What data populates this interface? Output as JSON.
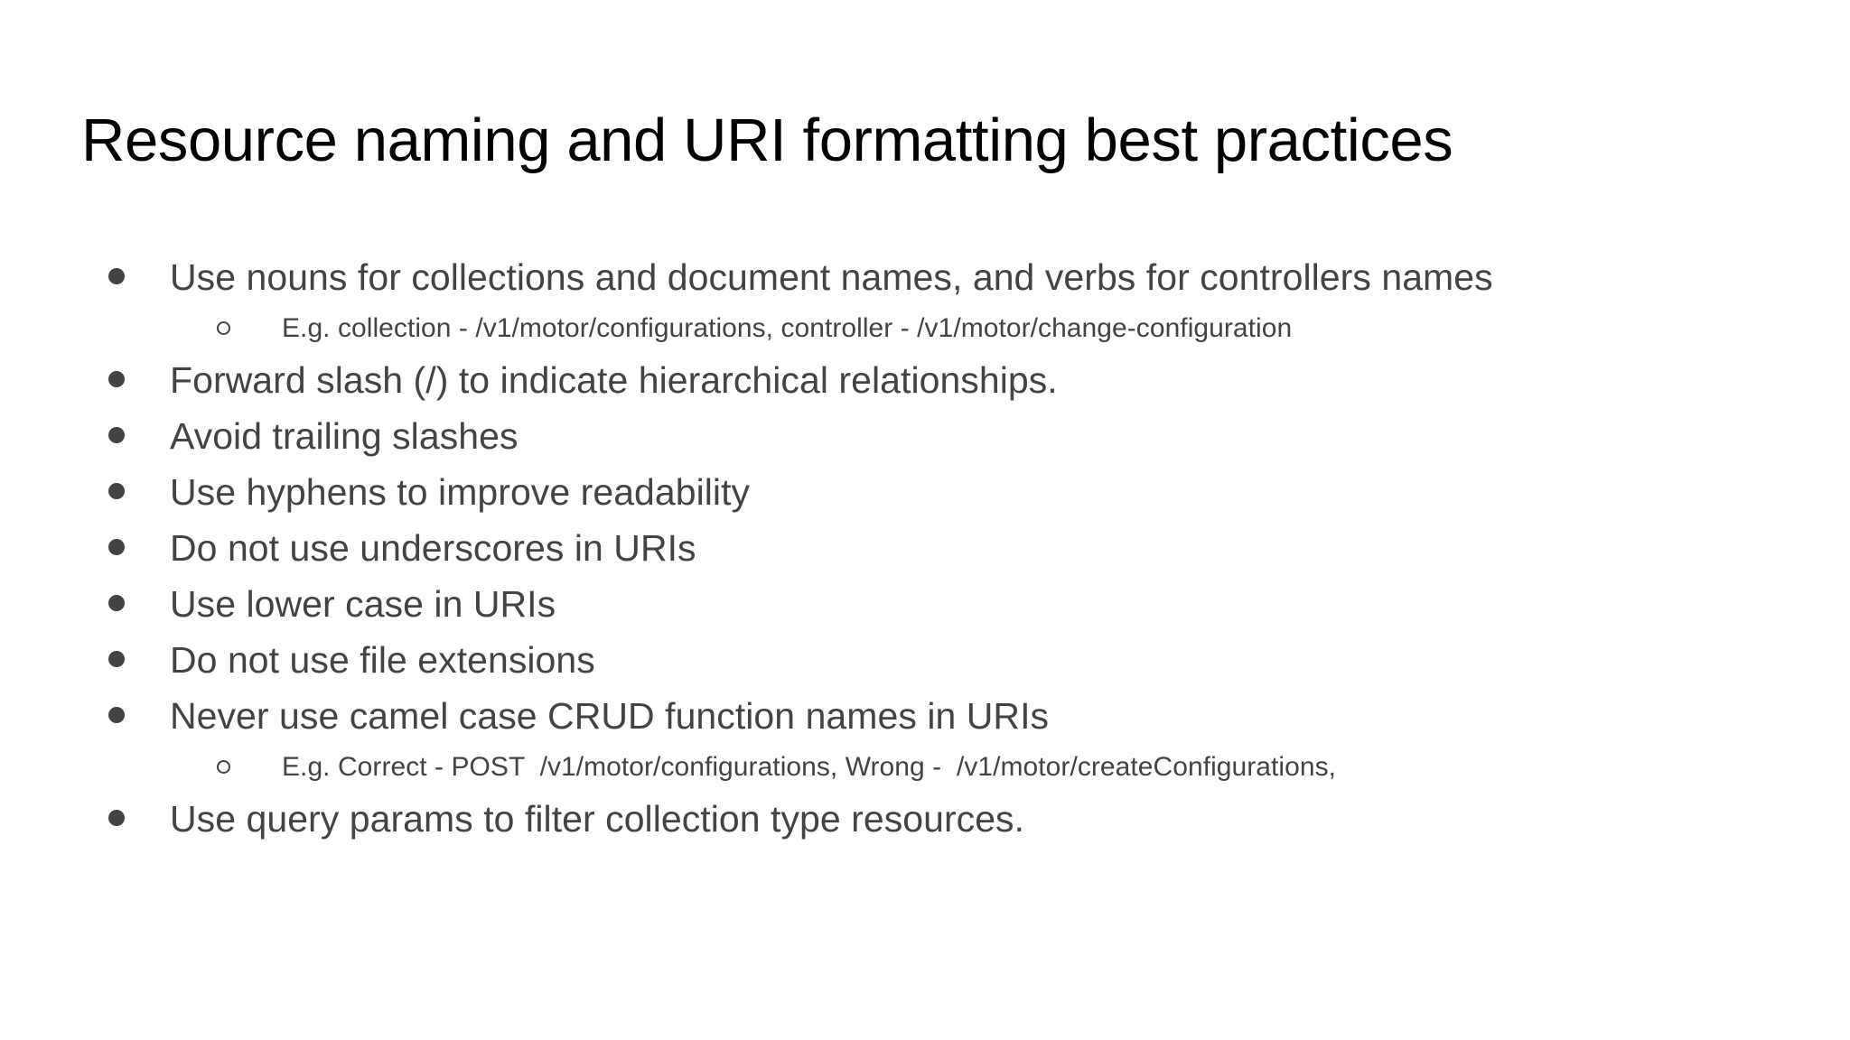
{
  "slide": {
    "background_color": "#ffffff",
    "title": "Resource naming and URI formatting best practices",
    "title_color": "#000000",
    "body_color": "#434343",
    "bullets": [
      {
        "level": 1,
        "marker": "filled-circle",
        "text": "Use nouns for collections and document names, and verbs for controllers names"
      },
      {
        "level": 2,
        "marker": "hollow-circle",
        "text": "E.g. collection - /v1/motor/configurations, controller - /v1/motor/change-configuration"
      },
      {
        "level": 1,
        "marker": "filled-circle",
        "text": "Forward slash (/) to indicate hierarchical relationships."
      },
      {
        "level": 1,
        "marker": "filled-circle",
        "text": "Avoid trailing slashes"
      },
      {
        "level": 1,
        "marker": "filled-circle",
        "text": "Use hyphens to improve readability"
      },
      {
        "level": 1,
        "marker": "filled-circle",
        "text": "Do not use underscores in URIs"
      },
      {
        "level": 1,
        "marker": "filled-circle",
        "text": "Use lower case in URIs"
      },
      {
        "level": 1,
        "marker": "filled-circle",
        "text": "Do not use file extensions"
      },
      {
        "level": 1,
        "marker": "filled-circle",
        "text": "Never use camel case CRUD function names in URIs"
      },
      {
        "level": 2,
        "marker": "hollow-circle",
        "text": "E.g. Correct - POST  /v1/motor/configurations, Wrong -  /v1/motor/createConfigurations,"
      },
      {
        "level": 1,
        "marker": "filled-circle",
        "text": "Use query params to filter collection type resources."
      }
    ]
  }
}
